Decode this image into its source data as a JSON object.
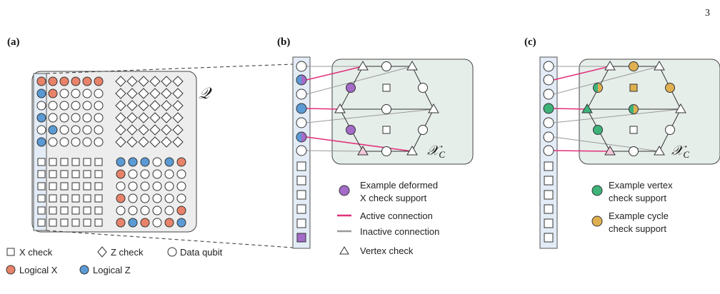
{
  "page_number": "3",
  "panels": {
    "a": {
      "label": "(a)",
      "region_symbol": "𝒬",
      "legend": {
        "x_check": "X check",
        "z_check": "Z check",
        "data_qubit": "Data qubit",
        "logical_x": "Logical X",
        "logical_z": "Logical Z"
      }
    },
    "b": {
      "label": "(b)",
      "graph_symbol": "𝒳",
      "graph_subscript": "C",
      "legend": {
        "deformed_line1": "Example deformed",
        "deformed_line2": "X check support",
        "active": "Active connection",
        "inactive": "Inactive connection",
        "vertex": "Vertex check"
      }
    },
    "c": {
      "label": "(c)",
      "graph_symbol": "𝒳",
      "graph_subscript": "C",
      "legend": {
        "vertex_line1": "Example vertex",
        "vertex_line2": "check support",
        "cycle_line1": "Example cycle",
        "cycle_line2": "check support"
      }
    }
  },
  "colors": {
    "logical_x": "#E8836A",
    "logical_z": "#5B9BD5",
    "deformed": "#A56BC8",
    "vertex_support": "#3DB37A",
    "cycle_support": "#E0B050",
    "active": "#E0307A",
    "inactive": "#9A9A9A",
    "panel_fill": "#E6EEEA",
    "matrix_fill": "#EDEDED",
    "strip_fill": "#E3ECF6"
  }
}
